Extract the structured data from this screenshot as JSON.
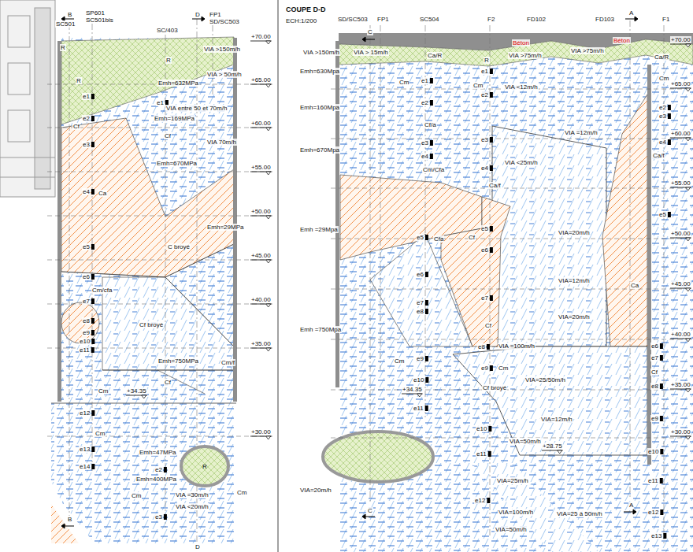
{
  "diagram": {
    "title": "COUPE D-D",
    "nodes": [
      {
        "text": [
          "R"
        ]
      }
    ],
    "labels": [
      "B",
      "SC501",
      "SP601",
      "SC501bis",
      "SC/403",
      "D",
      "FP1",
      "SD/SC503",
      "+70.00",
      "R",
      "VIA >150m/h",
      "VIA > 50m/h",
      "R",
      "+65.00",
      "R",
      "Emh=632MPa",
      "e1",
      "e1",
      "VIA entre 50 et 70m/h",
      "e2",
      "Emh=169MPa",
      "Cf",
      "+60.00",
      "Cf",
      "VIA 70m/h",
      "e3",
      "Emh=670MPa",
      "+55.00",
      "e4",
      "Ca",
      "+50.00",
      "Emh=29MPa",
      "e5",
      "C broyé",
      "+45.00",
      "e6",
      "Cm/cfa",
      "e7",
      "e8",
      "Cf broyé",
      "e9",
      "+40.00",
      "e10",
      "e11",
      "Emh=750MPa",
      "Cm/f",
      "Cf",
      "+35.00",
      "Cm",
      "+34.35",
      "e12",
      "+30.00",
      "Cm",
      "e13",
      "Emh=47MPa",
      "e14",
      "e2",
      "Emh=400MPa",
      "VIA =30m/h",
      "Cm",
      "Cm",
      "VIA <20m/h",
      "e3",
      "B",
      "D",
      "ECH:1/200",
      "SD/SC503",
      "FP1",
      "SC504",
      "F2",
      "FD102",
      "FD103",
      "A",
      "F1",
      "C",
      "+70.00",
      "VIA >150m/h",
      "VIA > 15m/h",
      "Ca/R",
      "Béton",
      "VIA >75m/h",
      "VIA >75m/h",
      "Béton",
      "R",
      "Ca/R",
      "Emh=630Mpa",
      "e1",
      "Cm",
      "e1",
      "Cm",
      "VIA <12m/h",
      "e2",
      "Cm",
      "+65.00",
      "e2",
      "Emh=160Mpa",
      "e2",
      "e3",
      "Cf/a",
      "+60.00",
      "VIA =12m/h",
      "e3",
      "e3",
      "e4",
      "Emh=670Mpa",
      "Ca/f",
      "e4",
      "VIA <25m/h",
      "e4",
      "Cm/Cfa",
      "Ca/f",
      "+55.00",
      "e5",
      "Emh =29Mpa",
      "e5",
      "Cf",
      "e5",
      "Cfa",
      "VIA=20m/h",
      "+50.00",
      "e6",
      "e6",
      "VIA=12m/h",
      "Ca",
      "+45.00",
      "e7",
      "e7",
      "e8",
      "VIA=20m/h",
      "Cf",
      "Emh =750Mpa",
      "+40.00",
      "e8",
      "VIA =100m/h",
      "e6",
      "e7",
      "Cm",
      "e9",
      "e9",
      "Cm",
      "Cf",
      "VIA=25/50m/h",
      "e8",
      "+35.00",
      "e10",
      "+34.35",
      "Cf broyé",
      "e11",
      "VIA=12m/h",
      "e9",
      "e10",
      "+30.00",
      "VIA=50m/h",
      "+28.75",
      "e10",
      "e11",
      "VIA=25m/h",
      "e11",
      "VIA=20m/h",
      "e12",
      "VIA=100m/h",
      "VIA=25 à 50m/h",
      "e12",
      "A",
      "C",
      "VIA=50m/h",
      "e13"
    ]
  }
}
